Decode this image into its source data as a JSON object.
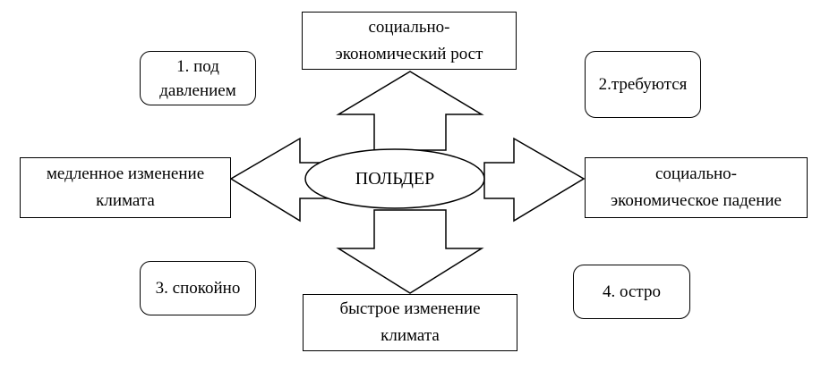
{
  "center": {
    "label": "ПОЛЬДЕР"
  },
  "boxes": {
    "top": "социально-\nэкономический рост",
    "left": "медленное изменение\nклимата",
    "right": "социально-\nэкономическое падение",
    "bottom": "быстрое изменение\nклимата"
  },
  "quadrants": {
    "q1": "1. под\nдавлением",
    "q2": "2.требуются",
    "q3": "3. спокойно",
    "q4": "4. остро"
  }
}
